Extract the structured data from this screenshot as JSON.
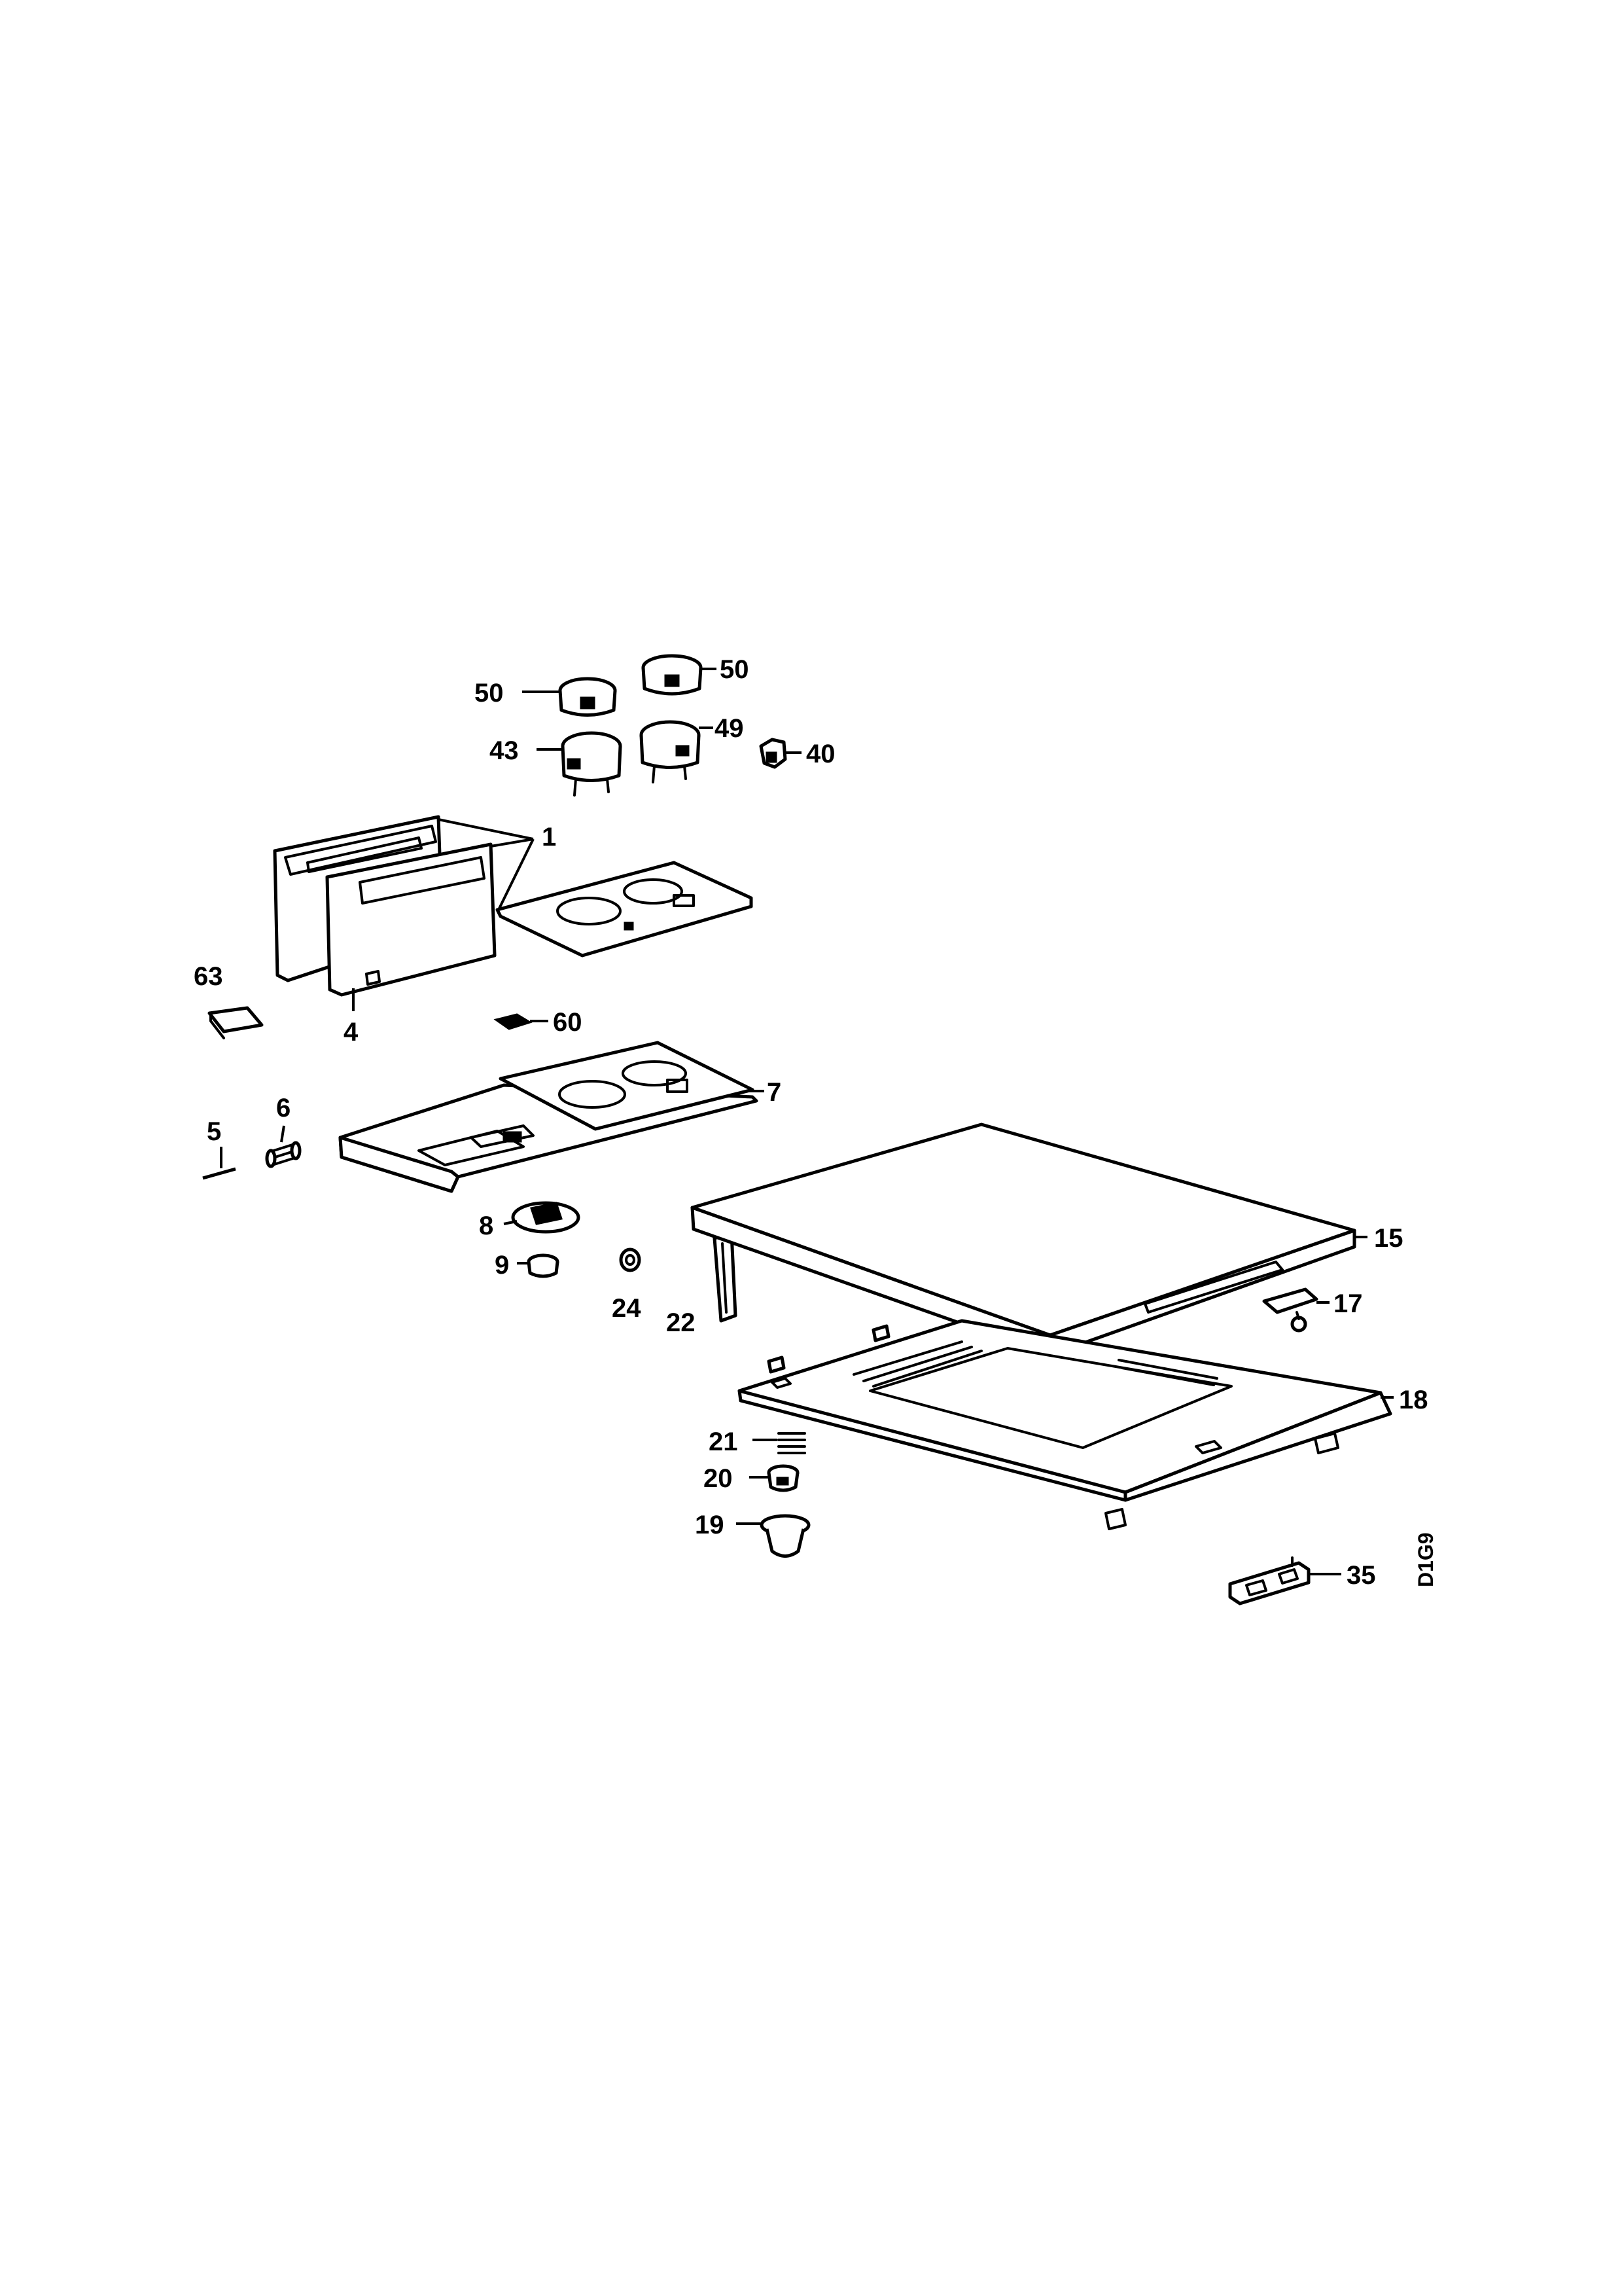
{
  "diagram": {
    "code": "D1G9",
    "labels": {
      "p50a": "50",
      "p50b": "50",
      "p49": "49",
      "p43": "43",
      "p40": "40",
      "p1": "1",
      "p63": "63",
      "p4": "4",
      "p60": "60",
      "p7": "7",
      "p6": "6",
      "p5": "5",
      "p8": "8",
      "p9": "9",
      "p24": "24",
      "p22": "22",
      "p15": "15",
      "p17": "17",
      "p18": "18",
      "p21": "21",
      "p20": "20",
      "p19": "19",
      "p35": "35"
    }
  }
}
